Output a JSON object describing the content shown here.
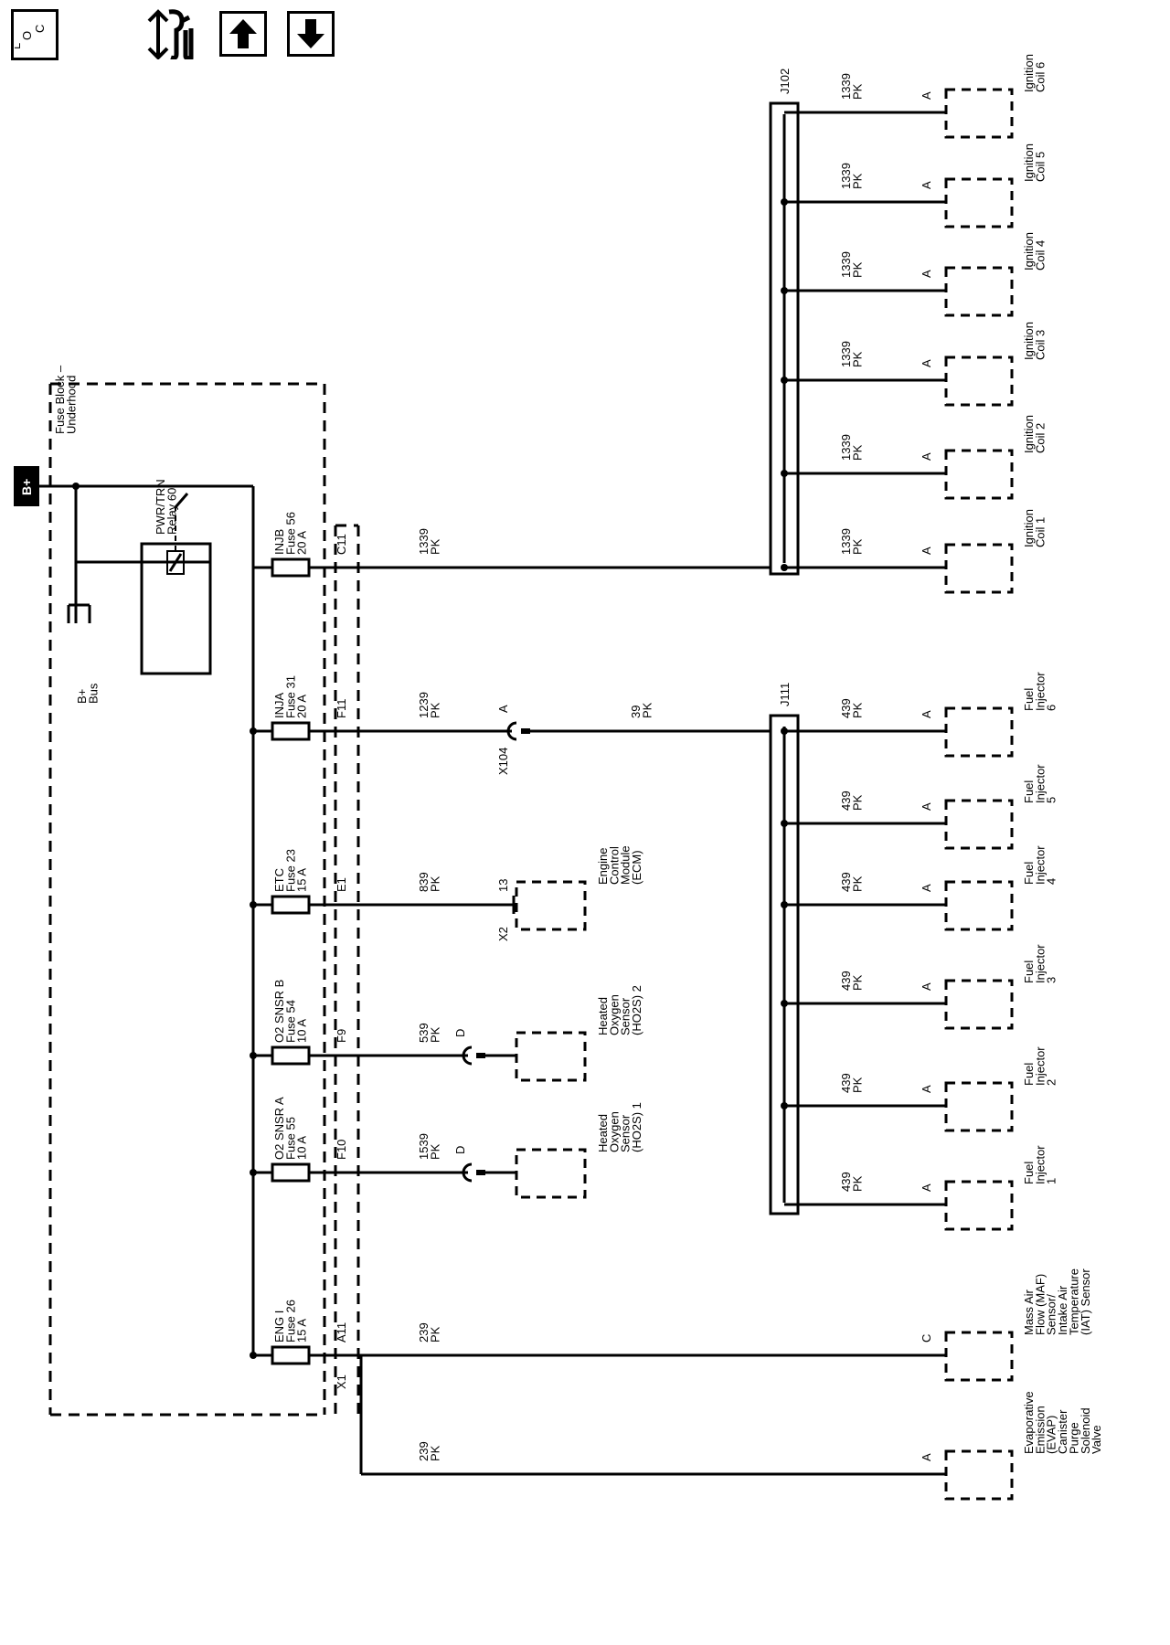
{
  "toolbar": {
    "loc_label": "L_O_C",
    "buttons": [
      {
        "name": "component-locator-button",
        "icon": "component-locator-icon"
      },
      {
        "name": "page-up-button",
        "icon": "arrow-up-icon"
      },
      {
        "name": "page-down-button",
        "icon": "arrow-down-icon"
      }
    ]
  },
  "colors": {
    "line": "#000000",
    "background": "#ffffff"
  },
  "power": {
    "battery_label": "B+",
    "bus_label": "B+\nBus"
  },
  "fuse_block": {
    "label": "Fuse Block –\nUnderhood"
  },
  "relay": {
    "label": "PWR/TRN\nRelay 60"
  },
  "fuses": [
    {
      "id": "injb",
      "label": "INJB\nFuse 56\n20 A",
      "terminal": "C11"
    },
    {
      "id": "inja",
      "label": "INJA\nFuse 31\n20 A",
      "terminal": "F11"
    },
    {
      "id": "etc",
      "label": "ETC\nFuse 23\n15 A",
      "terminal": "E1"
    },
    {
      "id": "o2b",
      "label": "O2 SNSR B\nFuse 54\n10 A",
      "terminal": "F9"
    },
    {
      "id": "o2a",
      "label": "O2 SNSR A\nFuse 55\n10 A",
      "terminal": "F10"
    },
    {
      "id": "engi",
      "label": "ENG I\nFuse 26\n15 A",
      "terminal": "A11"
    }
  ],
  "connector_x1": "X1",
  "wires": {
    "injb": "1339\nPK",
    "inja": "1239\nPK",
    "inj_after_x104": "39\nPK",
    "etc": "839\nPK",
    "o2b": "539\nPK",
    "o2a": "1539\nPK",
    "maf": "239\nPK",
    "evap": "239\nPK"
  },
  "x104": {
    "name": "X104",
    "pin": "A"
  },
  "ecm": {
    "connector": "X2",
    "pin": "13",
    "label": "Engine\nControl\nModule\n(ECM)"
  },
  "ho2s": [
    {
      "pin": "D",
      "label": "Heated\nOxygen\nSensor\n(HO2S) 2"
    },
    {
      "pin": "D",
      "label": "Heated\nOxygen\nSensor\n(HO2S) 1"
    }
  ],
  "splices": {
    "j102": "J102",
    "j111": "J111"
  },
  "ignition_coils": [
    {
      "wire": "1339\nPK",
      "pin": "A",
      "label": "Ignition\nCoil 6"
    },
    {
      "wire": "1339\nPK",
      "pin": "A",
      "label": "Ignition\nCoil 5"
    },
    {
      "wire": "1339\nPK",
      "pin": "A",
      "label": "Ignition\nCoil 4"
    },
    {
      "wire": "1339\nPK",
      "pin": "A",
      "label": "Ignition\nCoil 3"
    },
    {
      "wire": "1339\nPK",
      "pin": "A",
      "label": "Ignition\nCoil 2"
    },
    {
      "wire": "1339\nPK",
      "pin": "A",
      "label": "Ignition\nCoil 1"
    }
  ],
  "fuel_injectors": [
    {
      "wire": "439\nPK",
      "pin": "A",
      "label": "Fuel\nInjector\n6"
    },
    {
      "wire": "439\nPK",
      "pin": "A",
      "label": "Fuel\nInjector\n5"
    },
    {
      "wire": "439\nPK",
      "pin": "A",
      "label": "Fuel\nInjector\n4"
    },
    {
      "wire": "439\nPK",
      "pin": "A",
      "label": "Fuel\nInjector\n3"
    },
    {
      "wire": "439\nPK",
      "pin": "A",
      "label": "Fuel\nInjector\n2"
    },
    {
      "wire": "439\nPK",
      "pin": "A",
      "label": "Fuel\nInjector\n1"
    }
  ],
  "maf": {
    "pin": "C",
    "label": "Mass Air\nFlow (MAF)\nSensor/\nIntake Air\nTemperature\n(IAT) Sensor"
  },
  "evap": {
    "pin": "A",
    "label": "Evaporative\nEmission\n(EVAP)\nCanister\nPurge\nSolenoid\nValve"
  }
}
